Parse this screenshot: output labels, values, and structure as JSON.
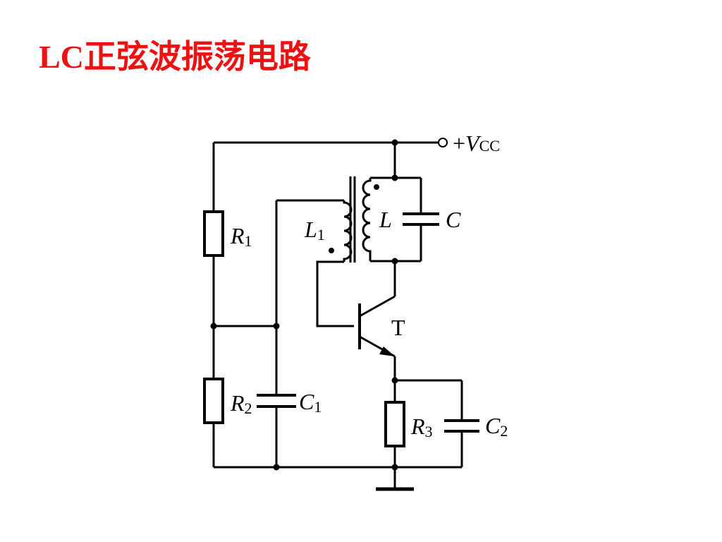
{
  "title": "LC正弦波振荡电路",
  "colors": {
    "title": "#ee1111",
    "wire": "#000000",
    "background": "#ffffff"
  },
  "labels": {
    "vcc_sign": "+",
    "vcc_letter": "V",
    "vcc_sub": "CC",
    "r1_letter": "R",
    "r1_sub": "1",
    "r2_letter": "R",
    "r2_sub": "2",
    "r3_letter": "R",
    "r3_sub": "3",
    "c_letter": "C",
    "c1_letter": "C",
    "c1_sub": "1",
    "c2_letter": "C",
    "c2_sub": "2",
    "l_letter": "L",
    "l1_letter": "L",
    "l1_sub": "1",
    "transistor": "T"
  }
}
